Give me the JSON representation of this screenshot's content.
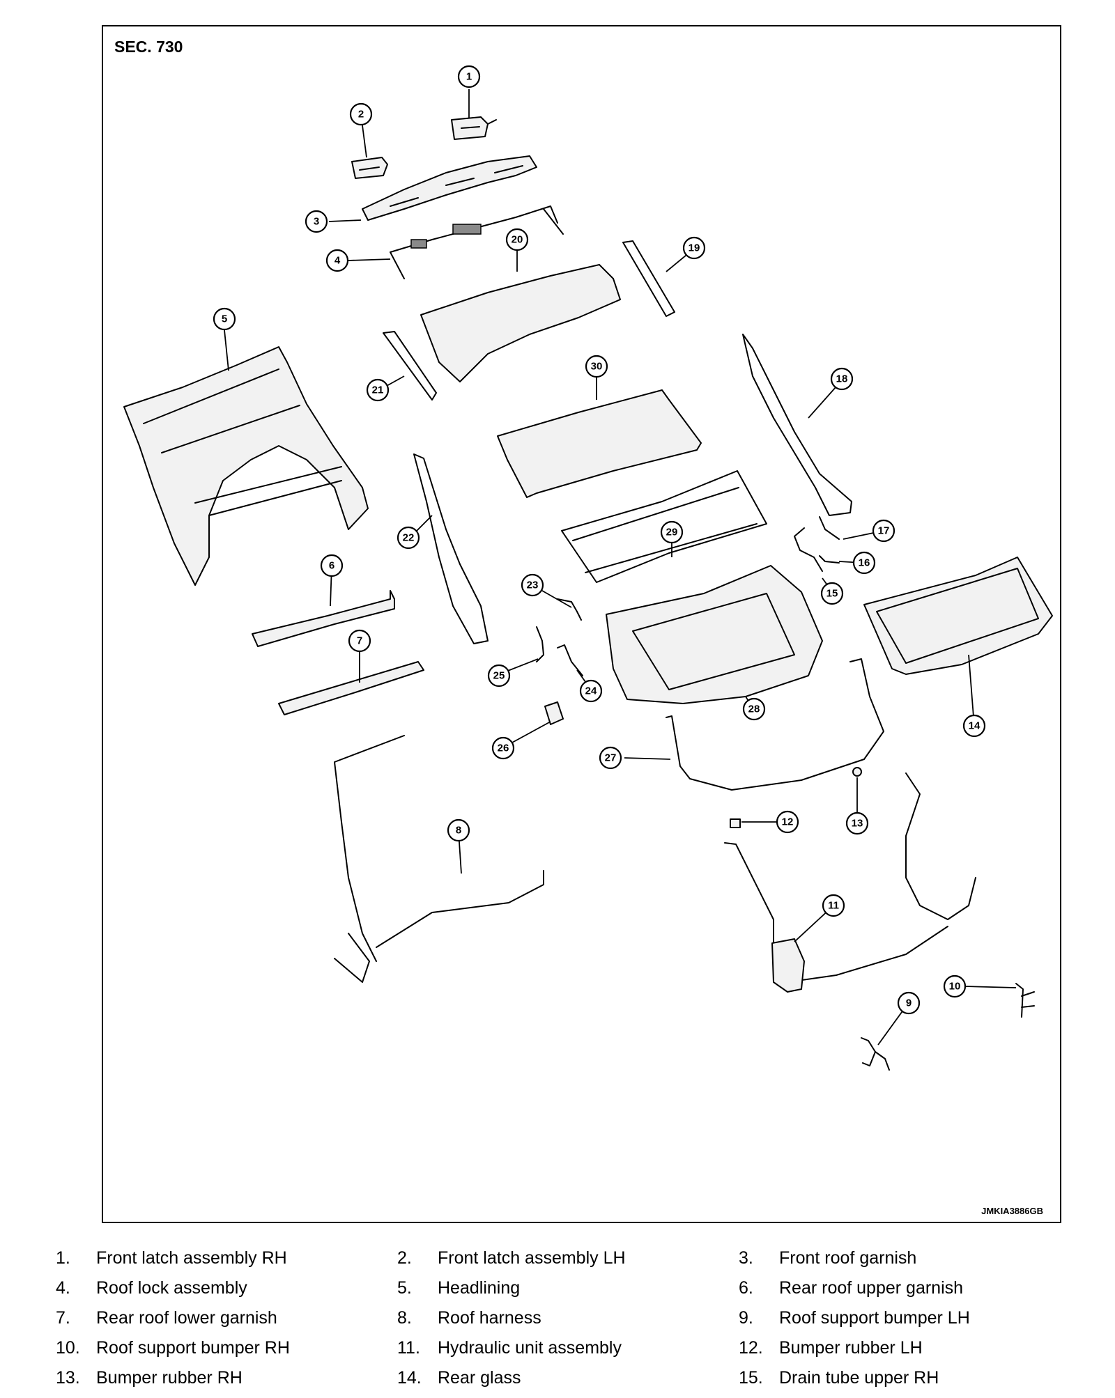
{
  "figure": {
    "section_label": "SEC. 730",
    "figure_code": "JMKIA3886GB"
  },
  "callouts": [
    {
      "id": 1,
      "label": "①"
    },
    {
      "id": 2,
      "label": "②"
    },
    {
      "id": 3,
      "label": "③"
    },
    {
      "id": 4,
      "label": "④"
    },
    {
      "id": 5,
      "label": "⑤"
    },
    {
      "id": 6,
      "label": "⑥"
    },
    {
      "id": 7,
      "label": "⑦"
    },
    {
      "id": 8,
      "label": "⑧"
    },
    {
      "id": 9,
      "label": "⑨"
    },
    {
      "id": 10,
      "label": "⑩"
    },
    {
      "id": 11,
      "label": "⑪"
    },
    {
      "id": 12,
      "label": "⑫"
    },
    {
      "id": 13,
      "label": "⑬"
    },
    {
      "id": 14,
      "label": "⑭"
    },
    {
      "id": 15,
      "label": "⑮"
    },
    {
      "id": 16,
      "label": "⑯"
    },
    {
      "id": 17,
      "label": "⑰"
    },
    {
      "id": 18,
      "label": "⑱"
    },
    {
      "id": 19,
      "label": "⑲"
    },
    {
      "id": 20,
      "label": "⑳"
    },
    {
      "id": 21,
      "label": "㉑"
    },
    {
      "id": 22,
      "label": "㉒"
    },
    {
      "id": 23,
      "label": "㉓"
    },
    {
      "id": 24,
      "label": "㉔"
    },
    {
      "id": 25,
      "label": "㉕"
    },
    {
      "id": 26,
      "label": "㉖"
    },
    {
      "id": 27,
      "label": "㉗"
    },
    {
      "id": 28,
      "label": "㉘"
    },
    {
      "id": 29,
      "label": "㉙"
    },
    {
      "id": 30,
      "label": "㉚"
    }
  ],
  "legend": [
    [
      {
        "num": "1.",
        "label": "Front latch assembly RH"
      },
      {
        "num": "2.",
        "label": "Front latch assembly LH"
      },
      {
        "num": "3.",
        "label": "Front roof garnish"
      }
    ],
    [
      {
        "num": "4.",
        "label": "Roof lock assembly"
      },
      {
        "num": "5.",
        "label": "Headlining"
      },
      {
        "num": "6.",
        "label": "Rear roof upper garnish"
      }
    ],
    [
      {
        "num": "7.",
        "label": "Rear roof lower garnish"
      },
      {
        "num": "8.",
        "label": "Roof harness"
      },
      {
        "num": "9.",
        "label": "Roof support bumper LH"
      }
    ],
    [
      {
        "num": "10.",
        "label": "Roof support bumper RH"
      },
      {
        "num": "11.",
        "label": "Hydraulic unit assembly"
      },
      {
        "num": "12.",
        "label": "Bumper rubber LH"
      }
    ],
    [
      {
        "num": "13.",
        "label": "Bumper rubber RH"
      },
      {
        "num": "14.",
        "label": "Rear glass"
      },
      {
        "num": "15.",
        "label": "Drain tube upper RH"
      }
    ]
  ]
}
